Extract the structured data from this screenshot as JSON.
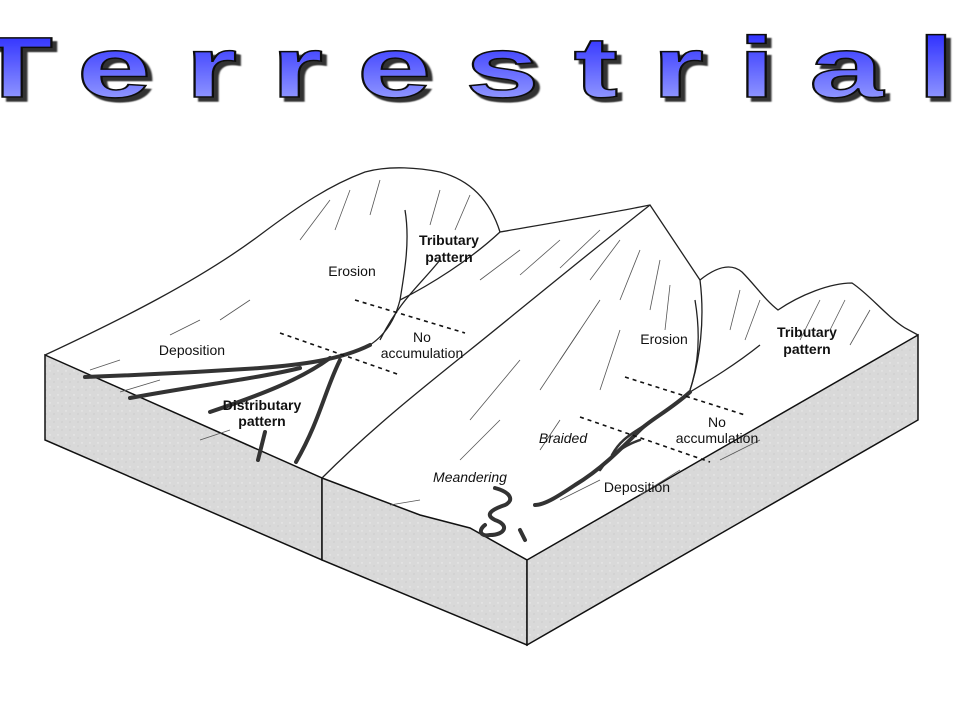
{
  "title": "Terrestrial",
  "colors": {
    "title_top": "#1a1aff",
    "title_bottom": "#a8b0ff",
    "block_side": "#d8d8d8"
  },
  "labels": {
    "left": {
      "erosion": "Erosion",
      "tributary_1": "Tributary",
      "tributary_2": "pattern",
      "no_acc_1": "No",
      "no_acc_2": "accumulation",
      "deposition": "Deposition",
      "distributary_1": "Distributary",
      "distributary_2": "pattern"
    },
    "right": {
      "erosion": "Erosion",
      "tributary_1": "Tributary",
      "tributary_2": "pattern",
      "no_acc_1": "No",
      "no_acc_2": "accumulation",
      "braided": "Braided",
      "meandering": "Meandering",
      "deposition": "Deposition"
    }
  }
}
